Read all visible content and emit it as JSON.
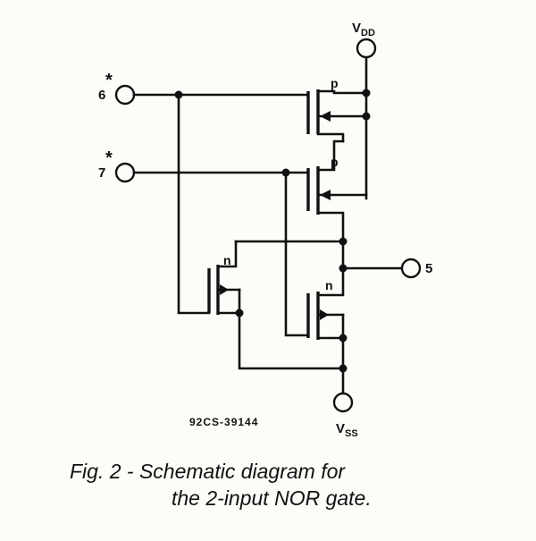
{
  "schematic": {
    "terminals": {
      "vdd_main": "V",
      "vdd_sub": "DD",
      "vss_main": "V",
      "vss_sub": "SS",
      "input_a": "6",
      "input_b": "7",
      "output": "5",
      "input_mark": "*"
    },
    "transistors": {
      "p_top": "p",
      "p_bottom": "p",
      "n_left": "n",
      "n_right": "n"
    },
    "drawing_code": "92CS-39144"
  },
  "caption": {
    "line1": "Fig. 2  -  Schematic diagram for",
    "line2": "the 2-input NOR gate."
  }
}
